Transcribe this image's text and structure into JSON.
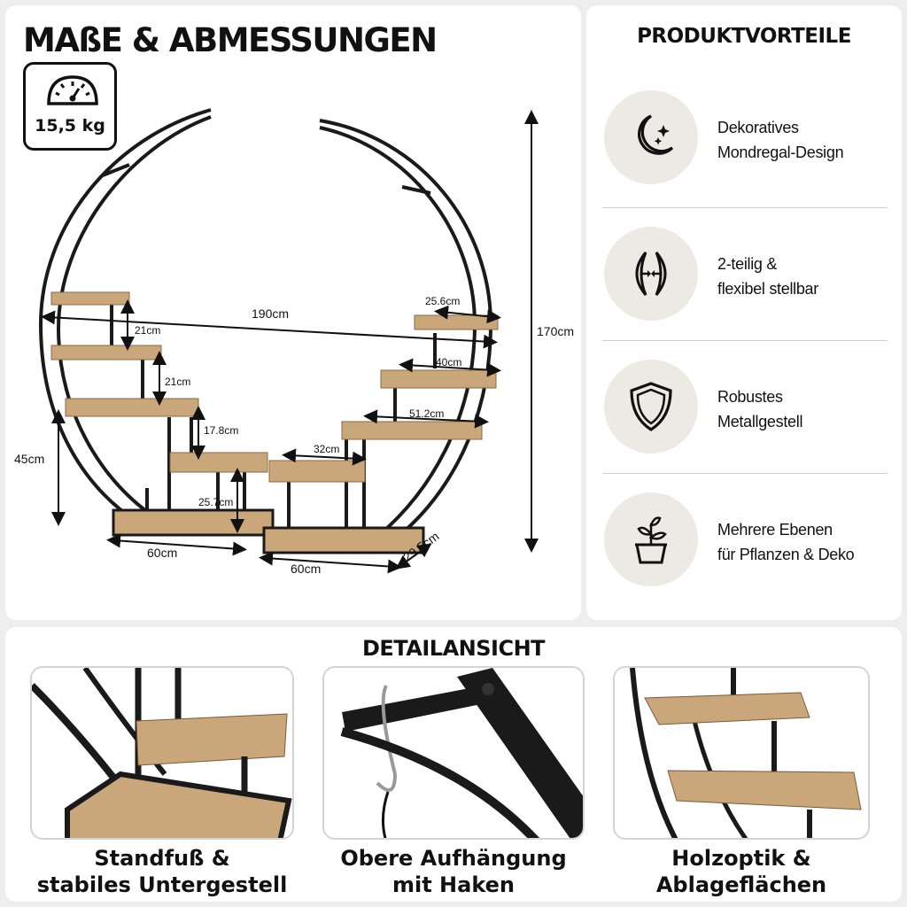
{
  "dimensions": {
    "title": "MAßE & ABMESSUNGEN",
    "weight": "15,5 kg",
    "labels": {
      "width_total": "190cm",
      "height_total": "170cm",
      "height_base": "45cm",
      "left_base_length": "60cm",
      "right_base_length": "60cm",
      "depth": "29.5cm",
      "left_spacing_top": "21cm",
      "left_spacing_mid": "21cm",
      "left_spacing_low": "17.8cm",
      "left_lowest_height": "25.7cm",
      "right_shelf_1": "25.6cm",
      "right_shelf_2": "40cm",
      "right_shelf_3": "51.2cm",
      "right_shelf_4": "32cm"
    }
  },
  "benefits": {
    "title": "PRODUKTVORTEILE",
    "items": [
      {
        "icon": "moon-stars-icon",
        "line1": "Dekoratives",
        "line2": "Mondregal-Design"
      },
      {
        "icon": "adjust-arrows-icon",
        "line1": "2-teilig &",
        "line2": "flexibel stellbar"
      },
      {
        "icon": "shield-icon",
        "line1": "Robustes",
        "line2": "Metallgestell"
      },
      {
        "icon": "plant-pot-icon",
        "line1": "Mehrere Ebenen",
        "line2": "für Pflanzen & Deko"
      }
    ]
  },
  "detail": {
    "title": "DETAILANSICHT",
    "cards": [
      {
        "line1": "Standfuß &",
        "line2": "stabiles Untergestell"
      },
      {
        "line1": "Obere Aufhängung",
        "line2": "mit Haken"
      },
      {
        "line1": "Holzoptik &",
        "line2": "Ablageflächen"
      }
    ]
  },
  "colors": {
    "wood": "#c9a77a",
    "metal": "#1a1a1a",
    "icon_bg": "#ede9e3"
  }
}
